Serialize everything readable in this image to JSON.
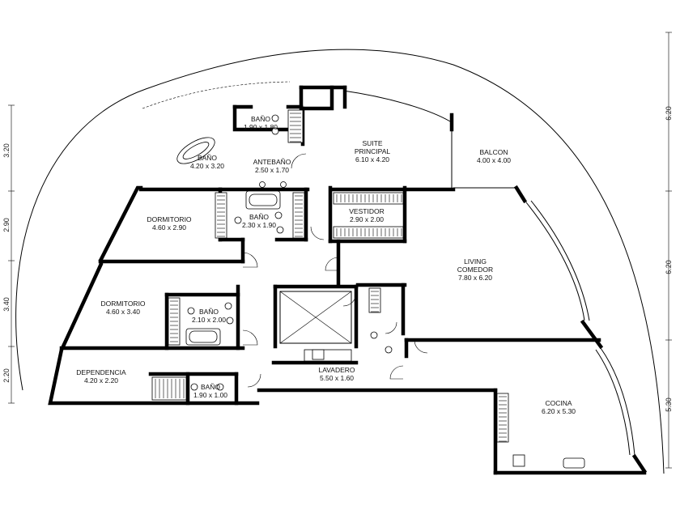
{
  "rooms": [
    {
      "name": "BAÑO",
      "size": "1.90 x 1.80"
    },
    {
      "name": "BAÑO",
      "size": "4.20 x 3.20"
    },
    {
      "name": "ANTEBAÑO",
      "size": "2.50 x 1.70"
    },
    {
      "name": "SUITE",
      "name2": "PRINCIPAL",
      "size": "6.10 x 4.20"
    },
    {
      "name": "BALCON",
      "size": "4.00 x 4.00"
    },
    {
      "name": "DORMITORIO",
      "size": "4.60 x 2.90"
    },
    {
      "name": "BAÑO",
      "size": "2.30 x 1.90"
    },
    {
      "name": "VESTIDOR",
      "size": "2.90 x 2.00"
    },
    {
      "name": "LIVING",
      "name2": "COMEDOR",
      "size": "7.80 x 6.20"
    },
    {
      "name": "DORMITORIO",
      "size": "4.60 x 3.40"
    },
    {
      "name": "BAÑO",
      "size": "2.10 x 2.00"
    },
    {
      "name": "DEPENDENCIA",
      "size": "4.20 x 2.20"
    },
    {
      "name": "BAÑO",
      "size": "1.90 x 1.00"
    },
    {
      "name": "LAVADERO",
      "size": "5.50 x 1.60"
    },
    {
      "name": "COCINA",
      "size": "6.20 x 5.30"
    }
  ],
  "dimensions": {
    "left": [
      "3.20",
      "2.90",
      "3.40",
      "2.20"
    ],
    "right": [
      "6.20",
      "6.20",
      "5.30"
    ]
  }
}
